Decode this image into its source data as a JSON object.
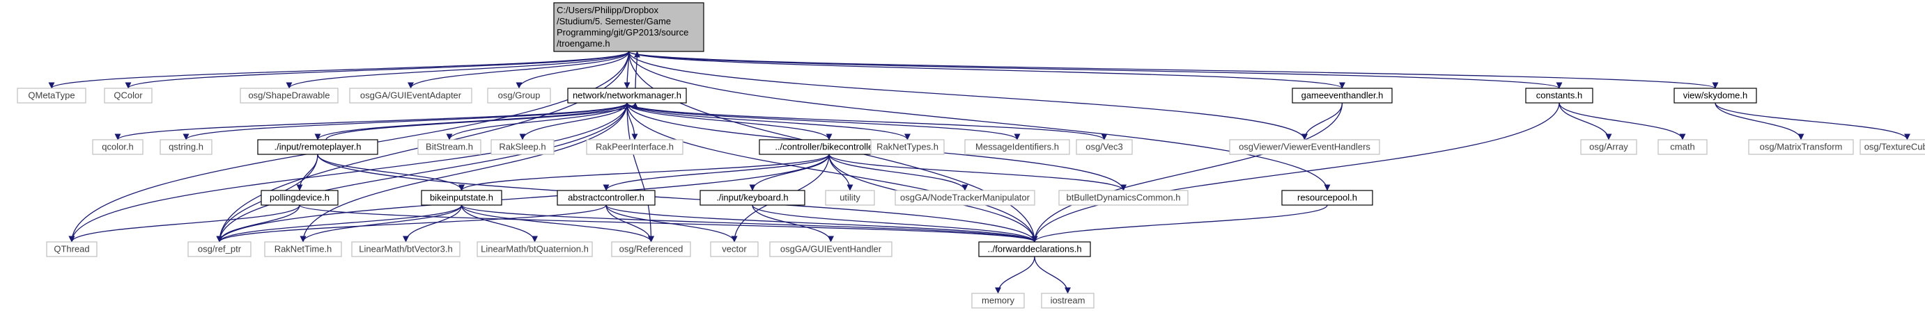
{
  "colors": {
    "root_fill": "#bfbfbf",
    "root_border": "#000000",
    "ref_border": "#000000",
    "ext_border": "#bfbfbf",
    "label_internal": "#000000",
    "label_external": "#404040",
    "edge": "#191970"
  },
  "nodes": [
    {
      "id": "root",
      "kind": "root",
      "lines": [
        "C:/Users/Philipp/Dropbox",
        "/Studium/5. Semester/Game",
        "Programming/git/GP2013/source",
        "/troengame.h"
      ]
    },
    {
      "id": "networkmanager",
      "kind": "ref",
      "lines": [
        "network/networkmanager.h"
      ]
    },
    {
      "id": "qmetatype",
      "kind": "ext",
      "lines": [
        "QMetaType"
      ]
    },
    {
      "id": "qcolor_cls",
      "kind": "ext",
      "lines": [
        "QColor"
      ]
    },
    {
      "id": "shapedrawable",
      "kind": "ext",
      "lines": [
        "osg/ShapeDrawable"
      ]
    },
    {
      "id": "guieventadapter",
      "kind": "ext",
      "lines": [
        "osgGA/GUIEventAdapter"
      ]
    },
    {
      "id": "group",
      "kind": "ext",
      "lines": [
        "osg/Group"
      ]
    },
    {
      "id": "gameeventhandler",
      "kind": "ref",
      "lines": [
        "gameeventhandler.h"
      ]
    },
    {
      "id": "constants",
      "kind": "ref",
      "lines": [
        "constants.h"
      ]
    },
    {
      "id": "skydome",
      "kind": "ref",
      "lines": [
        "view/skydome.h"
      ]
    },
    {
      "id": "qcolor_h",
      "kind": "ext",
      "lines": [
        "qcolor.h"
      ]
    },
    {
      "id": "qstring_h",
      "kind": "ext",
      "lines": [
        "qstring.h"
      ]
    },
    {
      "id": "remoteplayer",
      "kind": "ref",
      "lines": [
        "./input/remoteplayer.h"
      ]
    },
    {
      "id": "bitstream",
      "kind": "ext",
      "lines": [
        "BitStream.h"
      ]
    },
    {
      "id": "raksleep",
      "kind": "ext",
      "lines": [
        "RakSleep.h"
      ]
    },
    {
      "id": "rakpeer",
      "kind": "ext",
      "lines": [
        "RakPeerInterface.h"
      ]
    },
    {
      "id": "bikecontroller",
      "kind": "ref",
      "lines": [
        "../controller/bikecontroller.h"
      ]
    },
    {
      "id": "raknettypes",
      "kind": "ext",
      "lines": [
        "RakNetTypes.h"
      ]
    },
    {
      "id": "msgids",
      "kind": "ext",
      "lines": [
        "MessageIdentifiers.h"
      ]
    },
    {
      "id": "vec3",
      "kind": "ext",
      "lines": [
        "osg/Vec3"
      ]
    },
    {
      "id": "viewerevh",
      "kind": "ext",
      "lines": [
        "osgViewer/ViewerEventHandlers"
      ]
    },
    {
      "id": "osgarray",
      "kind": "ext",
      "lines": [
        "osg/Array"
      ]
    },
    {
      "id": "cmath",
      "kind": "ext",
      "lines": [
        "cmath"
      ]
    },
    {
      "id": "matrixtransform",
      "kind": "ext",
      "lines": [
        "osg/MatrixTransform"
      ]
    },
    {
      "id": "texturecubemap",
      "kind": "ext",
      "lines": [
        "osg/TextureCubeMap"
      ]
    },
    {
      "id": "pollingdevice",
      "kind": "ref",
      "lines": [
        "pollingdevice.h"
      ]
    },
    {
      "id": "bikeinputstate",
      "kind": "ref",
      "lines": [
        "bikeinputstate.h"
      ]
    },
    {
      "id": "abstractcontroller",
      "kind": "ref",
      "lines": [
        "abstractcontroller.h"
      ]
    },
    {
      "id": "keyboard",
      "kind": "ref",
      "lines": [
        "./input/keyboard.h"
      ]
    },
    {
      "id": "utility",
      "kind": "ext",
      "lines": [
        "utility"
      ]
    },
    {
      "id": "nodetracker",
      "kind": "ext",
      "lines": [
        "osgGA/NodeTrackerManipulator"
      ]
    },
    {
      "id": "btbullet",
      "kind": "ext",
      "lines": [
        "btBulletDynamicsCommon.h"
      ]
    },
    {
      "id": "resourcepool",
      "kind": "ref",
      "lines": [
        "resourcepool.h"
      ]
    },
    {
      "id": "qthread",
      "kind": "ext",
      "lines": [
        "QThread"
      ]
    },
    {
      "id": "refptr",
      "kind": "ext",
      "lines": [
        "osg/ref_ptr"
      ]
    },
    {
      "id": "raknettime",
      "kind": "ext",
      "lines": [
        "RakNetTime.h"
      ]
    },
    {
      "id": "btvector3",
      "kind": "ext",
      "lines": [
        "LinearMath/btVector3.h"
      ]
    },
    {
      "id": "btquat",
      "kind": "ext",
      "lines": [
        "LinearMath/btQuaternion.h"
      ]
    },
    {
      "id": "referenced",
      "kind": "ext",
      "lines": [
        "osg/Referenced"
      ]
    },
    {
      "id": "vector",
      "kind": "ext",
      "lines": [
        "vector"
      ]
    },
    {
      "id": "guieventhandler",
      "kind": "ext",
      "lines": [
        "osgGA/GUIEventHandler"
      ]
    },
    {
      "id": "fwd",
      "kind": "ref",
      "lines": [
        "../forwarddeclarations.h"
      ]
    },
    {
      "id": "memory",
      "kind": "ext",
      "lines": [
        "memory"
      ]
    },
    {
      "id": "iostream",
      "kind": "ext",
      "lines": [
        "iostream"
      ]
    }
  ],
  "edges": [
    [
      "root",
      "networkmanager"
    ],
    [
      "networkmanager",
      "root"
    ],
    [
      "root",
      "qmetatype"
    ],
    [
      "root",
      "qcolor_cls"
    ],
    [
      "root",
      "shapedrawable"
    ],
    [
      "root",
      "guieventadapter"
    ],
    [
      "root",
      "group"
    ],
    [
      "root",
      "gameeventhandler"
    ],
    [
      "root",
      "constants"
    ],
    [
      "root",
      "skydome"
    ],
    [
      "root",
      "viewerevh"
    ],
    [
      "root",
      "resourcepool"
    ],
    [
      "root",
      "fwd"
    ],
    [
      "root",
      "qthread"
    ],
    [
      "root",
      "refptr"
    ],
    [
      "networkmanager",
      "qcolor_h"
    ],
    [
      "networkmanager",
      "qstring_h"
    ],
    [
      "networkmanager",
      "remoteplayer"
    ],
    [
      "remoteplayer",
      "networkmanager"
    ],
    [
      "networkmanager",
      "bitstream"
    ],
    [
      "networkmanager",
      "raksleep"
    ],
    [
      "networkmanager",
      "rakpeer"
    ],
    [
      "networkmanager",
      "bikecontroller"
    ],
    [
      "networkmanager",
      "raknettypes"
    ],
    [
      "networkmanager",
      "msgids"
    ],
    [
      "networkmanager",
      "vec3"
    ],
    [
      "networkmanager",
      "btbullet"
    ],
    [
      "networkmanager",
      "fwd"
    ],
    [
      "networkmanager",
      "qthread"
    ],
    [
      "networkmanager",
      "refptr"
    ],
    [
      "networkmanager",
      "raknettime"
    ],
    [
      "networkmanager",
      "referenced"
    ],
    [
      "gameeventhandler",
      "viewerevh"
    ],
    [
      "gameeventhandler",
      "fwd"
    ],
    [
      "constants",
      "osgarray"
    ],
    [
      "constants",
      "cmath"
    ],
    [
      "constants",
      "fwd"
    ],
    [
      "skydome",
      "matrixtransform"
    ],
    [
      "skydome",
      "texturecubemap"
    ],
    [
      "remoteplayer",
      "pollingdevice"
    ],
    [
      "remoteplayer",
      "bikeinputstate"
    ],
    [
      "remoteplayer",
      "refptr"
    ],
    [
      "remoteplayer",
      "fwd"
    ],
    [
      "bikecontroller",
      "bikeinputstate"
    ],
    [
      "bikecontroller",
      "abstractcontroller"
    ],
    [
      "bikecontroller",
      "keyboard"
    ],
    [
      "bikecontroller",
      "utility"
    ],
    [
      "bikecontroller",
      "nodetracker"
    ],
    [
      "bikecontroller",
      "btbullet"
    ],
    [
      "bikecontroller",
      "refptr"
    ],
    [
      "bikecontroller",
      "fwd"
    ],
    [
      "bikecontroller",
      "vector"
    ],
    [
      "pollingdevice",
      "qthread"
    ],
    [
      "pollingdevice",
      "refptr"
    ],
    [
      "pollingdevice",
      "fwd"
    ],
    [
      "bikeinputstate",
      "refptr"
    ],
    [
      "bikeinputstate",
      "raknettime"
    ],
    [
      "bikeinputstate",
      "btvector3"
    ],
    [
      "bikeinputstate",
      "btquat"
    ],
    [
      "bikeinputstate",
      "referenced"
    ],
    [
      "bikeinputstate",
      "fwd"
    ],
    [
      "abstractcontroller",
      "refptr"
    ],
    [
      "abstractcontroller",
      "referenced"
    ],
    [
      "abstractcontroller",
      "vector"
    ],
    [
      "abstractcontroller",
      "fwd"
    ],
    [
      "keyboard",
      "guieventhandler"
    ],
    [
      "keyboard",
      "fwd"
    ],
    [
      "resourcepool",
      "fwd"
    ],
    [
      "fwd",
      "memory"
    ],
    [
      "fwd",
      "iostream"
    ]
  ]
}
